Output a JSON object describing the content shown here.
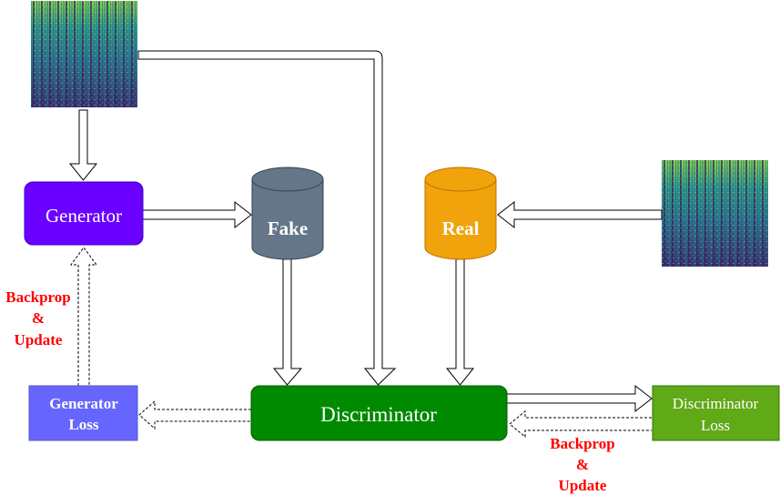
{
  "nodes": {
    "generator": {
      "label": "Generator",
      "color": "#6a00ff"
    },
    "fake": {
      "label": "Fake",
      "color": "#647687"
    },
    "real": {
      "label": "Real",
      "color": "#f0a30a"
    },
    "discriminator": {
      "label": "Discriminator",
      "color": "#008a00"
    },
    "generator_loss": {
      "line1": "Generator",
      "line2": "Loss",
      "color": "#6666ff"
    },
    "discriminator_loss": {
      "line1": "Discriminator",
      "line2": "Loss",
      "color": "#60a917"
    }
  },
  "annotations": {
    "left_backprop": {
      "line1": "Backprop",
      "line2": "&",
      "line3": "Update"
    },
    "right_backprop": {
      "line1": "Backprop",
      "line2": "&",
      "line3": "Update"
    },
    "color": "#ff0000"
  },
  "images": {
    "input_spectrogram": "spectrogram-image",
    "real_spectrogram": "spectrogram-image"
  }
}
